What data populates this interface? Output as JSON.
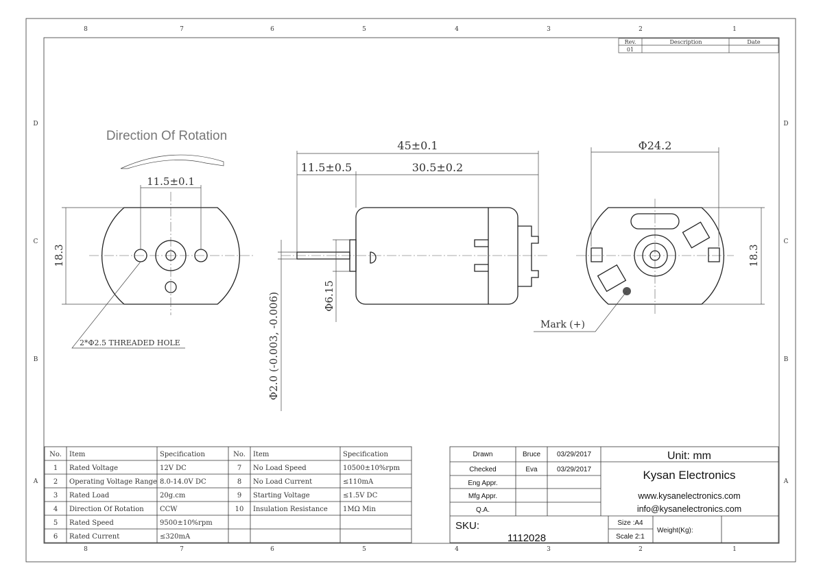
{
  "zones": {
    "cols": [
      "8",
      "7",
      "6",
      "5",
      "4",
      "3",
      "2",
      "1"
    ],
    "rows": [
      "D",
      "C",
      "B",
      "A"
    ]
  },
  "revision": {
    "headers": [
      "Rev.",
      "Description",
      "Date"
    ],
    "rows": [
      [
        "01",
        "",
        ""
      ]
    ]
  },
  "annotations": {
    "rotation_title": "Direction Of Rotation",
    "hole_spacing": "11.5±0.1",
    "left_height": "18.3",
    "threaded_hole": "2*Φ2.5 THREADED HOLE",
    "overall_length": "45±0.1",
    "shaft_length": "11.5±0.5",
    "body_length": "30.5±0.2",
    "shaft_dia": "Φ2.0 (-0.003, -0.006)",
    "bushing_dia": "Φ6.15",
    "end_dia": "Φ24.2",
    "right_height": "18.3",
    "mark": "Mark (+)"
  },
  "spec_table": {
    "headers": [
      "No.",
      "Item",
      "Specification",
      "No.",
      "Item",
      "Specification"
    ],
    "rows": [
      [
        "1",
        "Rated Voltage",
        "12V DC",
        "7",
        "No Load Speed",
        "10500±10%rpm"
      ],
      [
        "2",
        "Operating Voltage Range",
        "8.0-14.0V DC",
        "8",
        "No Load Current",
        "≤110mA"
      ],
      [
        "3",
        "Rated Load",
        "20g.cm",
        "9",
        "Starting Voltage",
        "≤1.5V DC"
      ],
      [
        "4",
        "Direction Of Rotation",
        "CCW",
        "10",
        "Insulation Resistance",
        "1MΩ Min"
      ],
      [
        "5",
        "Rated Speed",
        "9500±10%rpm",
        "",
        "",
        ""
      ],
      [
        "6",
        "Rated Current",
        "≤320mA",
        "",
        "",
        ""
      ]
    ]
  },
  "title_block": {
    "signoff": [
      [
        "Drawn",
        "Bruce",
        "03/29/2017"
      ],
      [
        "Checked",
        "Eva",
        "03/29/2017"
      ],
      [
        "Eng Appr.",
        "",
        ""
      ],
      [
        "Mfg Appr.",
        "",
        ""
      ],
      [
        "Q.A.",
        "",
        ""
      ]
    ],
    "unit": "Unit: mm",
    "company": "Kysan Electronics",
    "website": "www.kysanelectronics.com",
    "email": "info@kysanelectronics.com",
    "sku_label": "SKU:",
    "sku": "1112028",
    "size": "Size :A4",
    "scale": "Scale 2:1",
    "weight": "Weight(Kg):"
  }
}
